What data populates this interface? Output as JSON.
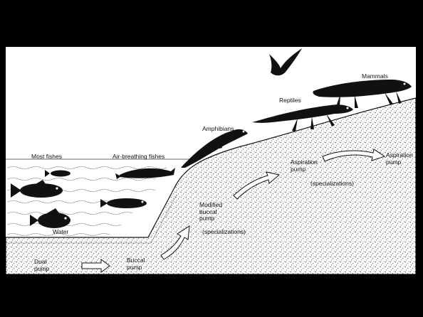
{
  "labels": {
    "most_fishes": "Most fishes",
    "air_breathing_fishes": "Air-breathing fishes",
    "amphibians": "Amphibians",
    "reptiles": "Reptiles",
    "mammals": "Mammals",
    "water": "Water",
    "dual_pump": "Dual\npump",
    "buccal_pump": "Buccal\npump",
    "modified_buccal_pump": "Modified\nbuccal\npump",
    "specializations_1": "(specializations)",
    "aspiration_pump_1": "Aspiration\npump",
    "specializations_2": "(specializations)",
    "aspiration_pump_2": "Aspiration\npump"
  },
  "icons": {
    "fish": "fish-silhouette-icon",
    "amphibian": "amphibian-silhouette-icon",
    "reptile": "reptile-silhouette-icon",
    "mammal": "mammal-silhouette-icon",
    "bird": "bird-silhouette-icon"
  },
  "colors": {
    "background": "#000000",
    "panel": "#ffffff",
    "ink": "#111111"
  }
}
